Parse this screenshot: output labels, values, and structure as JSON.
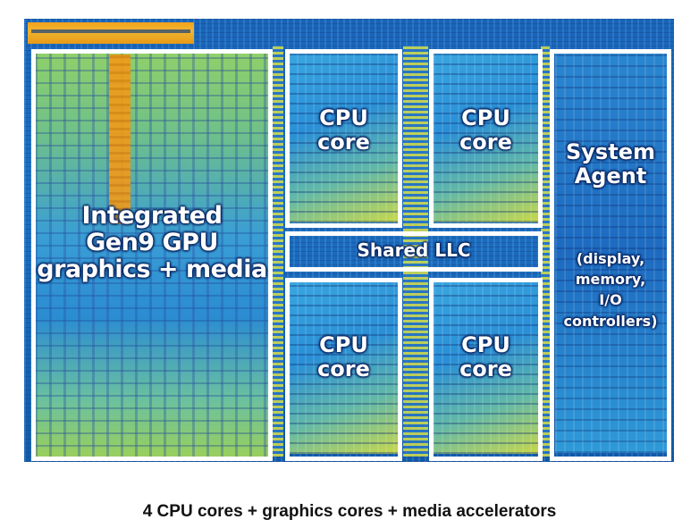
{
  "diagram": {
    "gpu": {
      "line1": "Integrated",
      "line2": "Gen9 GPU",
      "line3": "graphics + media"
    },
    "cpu_cores": [
      {
        "line1": "CPU",
        "line2": "core"
      },
      {
        "line1": "CPU",
        "line2": "core"
      },
      {
        "line1": "CPU",
        "line2": "core"
      },
      {
        "line1": "CPU",
        "line2": "core"
      }
    ],
    "llc": "Shared LLC",
    "system_agent": {
      "line1": "System",
      "line2": "Agent",
      "detail1": "(display,",
      "detail2": "memory,",
      "detail3": "I/O",
      "detail4": "controllers)"
    }
  },
  "caption": "4 CPU cores + graphics cores + media accelerators",
  "colors": {
    "die_blue": "#1d6fc2",
    "gpu_orange": "#f29a18",
    "box_border": "#ffffff"
  }
}
